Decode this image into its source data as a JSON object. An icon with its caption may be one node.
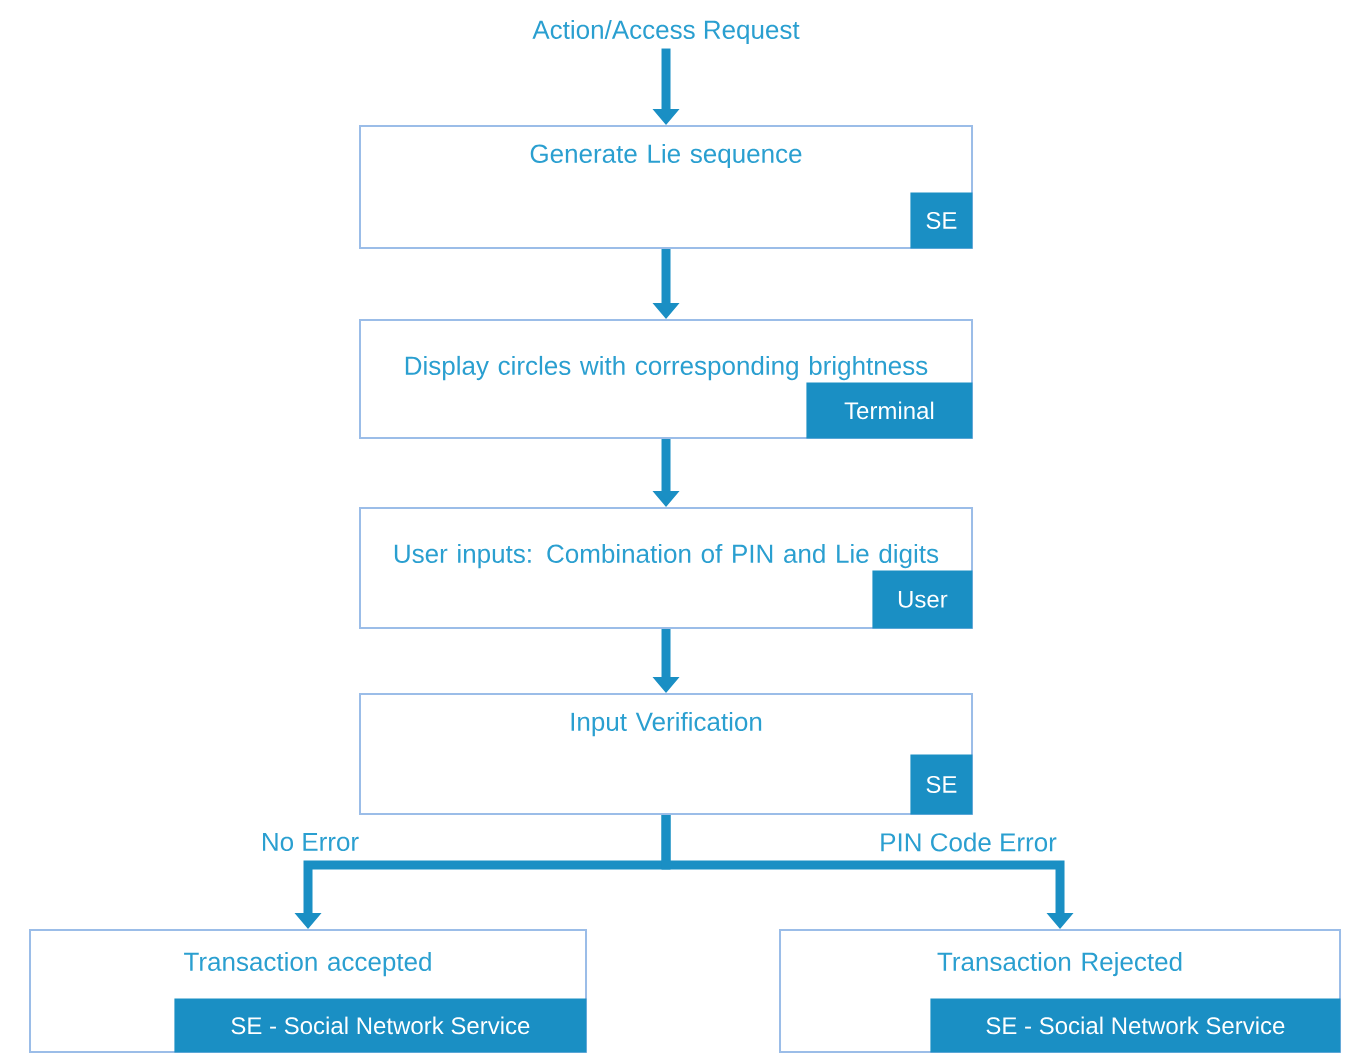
{
  "diagram": {
    "nodes": [
      {
        "text": [
          "Action/Access Request"
        ]
      },
      {
        "text": [
          "Generate Lie sequence",
          "SE"
        ]
      },
      {
        "text": [
          "Display circles with corresponding brightness",
          "Terminal"
        ]
      },
      {
        "text": [
          "User inputs: Combination of PIN and Lie digits",
          "User"
        ]
      },
      {
        "text": [
          "Input Verification",
          "SE"
        ]
      },
      {
        "text": [
          "Transaction accepted",
          "SE -  Social Network Service"
        ]
      },
      {
        "text": [
          "Transaction Rejected",
          "SE -  Social Network Service"
        ]
      }
    ],
    "edges": [
      {
        "from": 0,
        "to": 1,
        "arrow": "to"
      },
      {
        "from": 1,
        "to": 2,
        "arrow": "to"
      },
      {
        "from": 2,
        "to": 3,
        "arrow": "to"
      },
      {
        "from": 3,
        "to": 4,
        "arrow": "to"
      },
      {
        "from": 4,
        "to": 5,
        "arrow": "to",
        "label": "No Error"
      },
      {
        "from": 4,
        "to": 6,
        "arrow": "to",
        "label": "PIN Code Error"
      }
    ]
  }
}
